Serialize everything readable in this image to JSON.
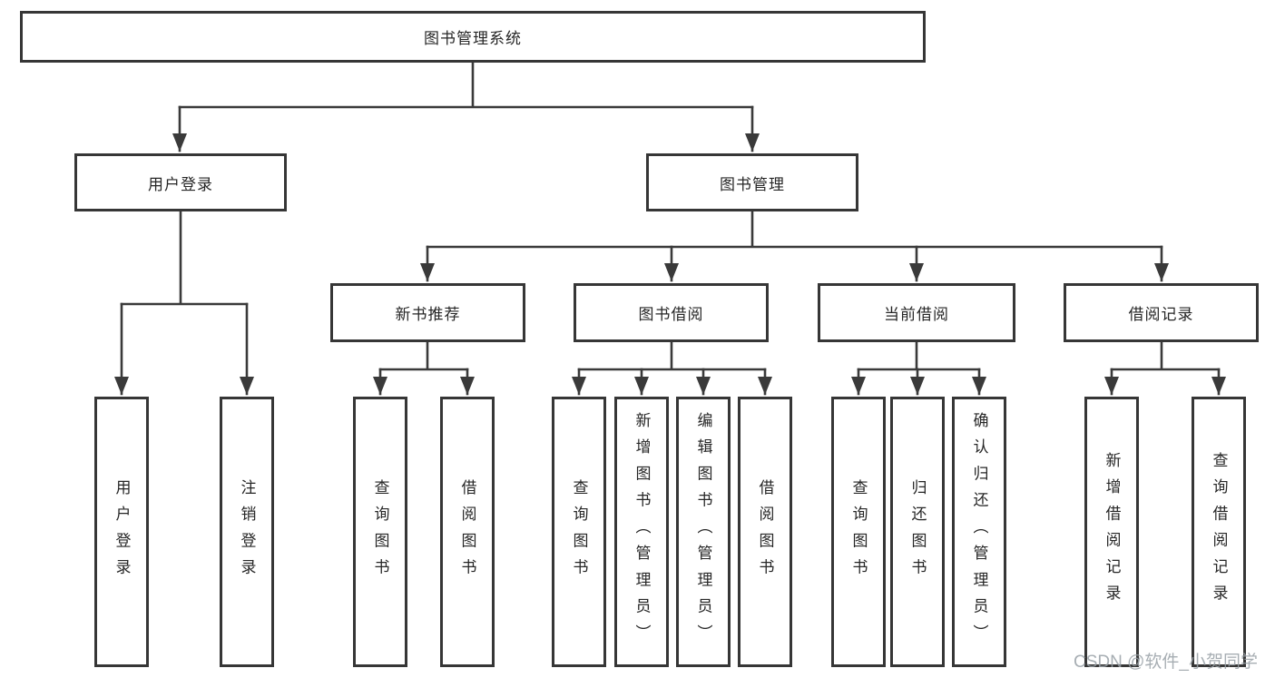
{
  "colors": {
    "line": "#3a3a3a",
    "box-border": "#363636",
    "text": "#262626",
    "watermark": "#98a0a6",
    "background": "#ffffff"
  },
  "diagram": {
    "root": {
      "label": "图书管理系统"
    },
    "branches": [
      {
        "label": "用户登录",
        "children": [
          {
            "label": "用户登录"
          },
          {
            "label": "注销登录"
          }
        ]
      },
      {
        "label": "图书管理",
        "children": [
          {
            "label": "新书推荐",
            "children": [
              {
                "label": "查询图书"
              },
              {
                "label": "借阅图书"
              }
            ]
          },
          {
            "label": "图书借阅",
            "children": [
              {
                "label": "查询图书"
              },
              {
                "label": "新增图书（管理员）"
              },
              {
                "label": "编辑图书（管理员）"
              },
              {
                "label": "借阅图书"
              }
            ]
          },
          {
            "label": "当前借阅",
            "children": [
              {
                "label": "查询图书"
              },
              {
                "label": "归还图书"
              },
              {
                "label": "确认归还（管理员）"
              }
            ]
          },
          {
            "label": "借阅记录",
            "children": [
              {
                "label": "新增借阅记录"
              },
              {
                "label": "查询借阅记录"
              }
            ]
          }
        ]
      }
    ]
  },
  "watermark": {
    "text": "CSDN @软件_小贺同学"
  }
}
